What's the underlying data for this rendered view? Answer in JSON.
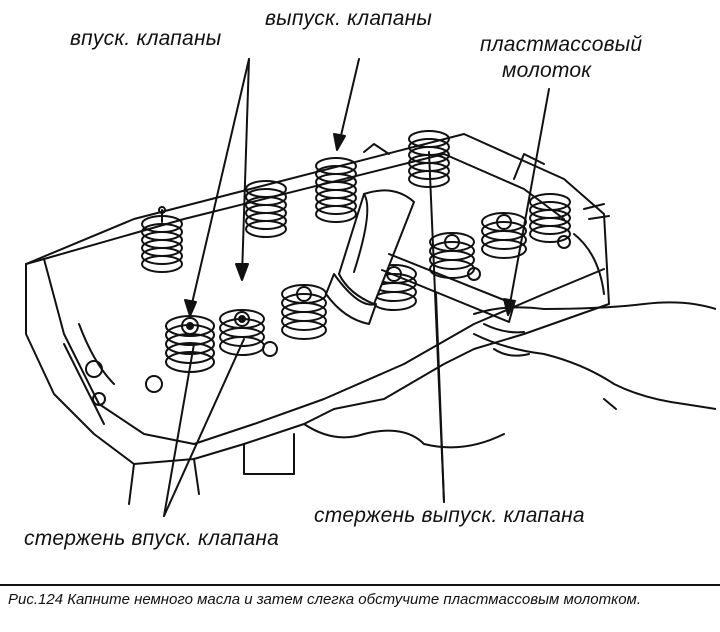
{
  "labels": {
    "intake_valves": "впуск. клапаны",
    "exhaust_valves": "выпуск. клапаны",
    "hammer_line1": "пластмассовый",
    "hammer_line2": "молоток",
    "intake_stem": "стержень впуск. клапана",
    "exhaust_stem": "стержень выпуск. клапана"
  },
  "caption": "Рис.124 Капните немного масла и затем слегка обстучите пластмассовым молотком."
}
